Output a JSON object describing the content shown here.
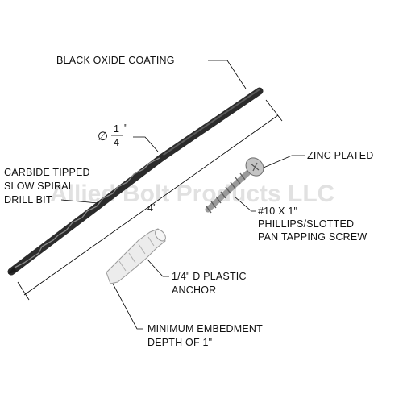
{
  "watermark": "Allied Bolt Products LLC",
  "labels": {
    "coating": "BLACK OXIDE COATING",
    "diameter_num": "1",
    "diameter_den": "4",
    "diameter_inch": "\"",
    "diameter_symbol": "∅",
    "drill_line1": "CARBIDE TIPPED",
    "drill_line2": "SLOW SPIRAL",
    "drill_line3": "DRILL BIT",
    "length": "4\"",
    "zinc": "ZINC PLATED",
    "screw_line1": "#10 X 1\"",
    "screw_line2": "PHILLIPS/SLOTTED",
    "screw_line3": "PAN TAPPING SCREW",
    "anchor_line1": "1/4\" D PLASTIC",
    "anchor_line2": "ANCHOR",
    "embed_line1": "MINIMUM EMBEDMENT",
    "embed_line2": "DEPTH OF 1\""
  },
  "colors": {
    "bit": "#2b2b2b",
    "screw": "#9a9a9a",
    "anchor": "#e8e8e8",
    "leader": "#000000"
  }
}
